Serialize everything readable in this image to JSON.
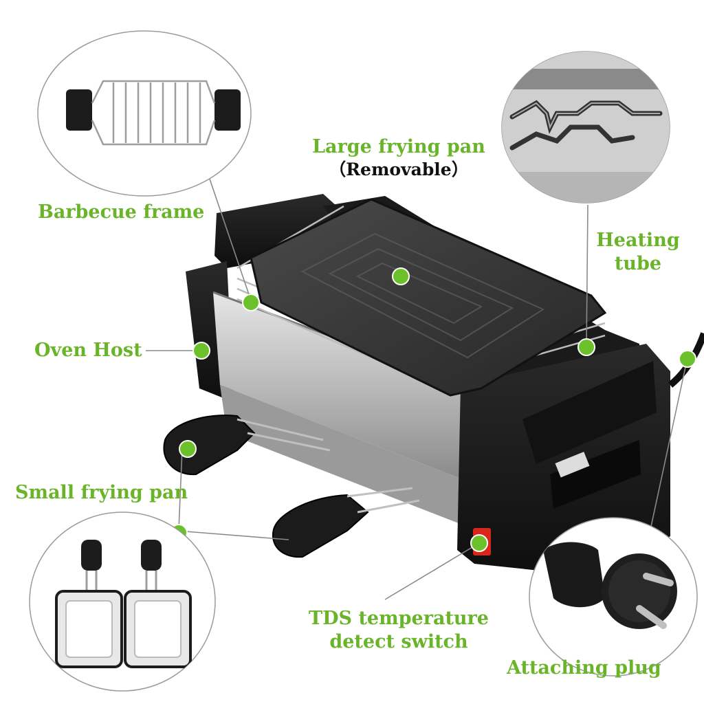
{
  "labels": {
    "large_pan": "Large frying pan",
    "large_pan_note": "（Removable）",
    "barbecue_frame": "Barbecue frame",
    "heating_tube_1": "Heating",
    "heating_tube_2": "tube",
    "oven_host": "Oven Host",
    "small_pan": "Small frying pan",
    "tds_1": "TDS temperature",
    "tds_2": "detect switch",
    "plug": "Attaching plug"
  },
  "colors": {
    "accent_green": "#6ab42a",
    "callout_dot": "#6cc12a",
    "body_black": "#1c1c1c",
    "steel": "#c8c8c8",
    "switch_red": "#d8261c"
  },
  "icons": [
    "barbecue-frame-photo",
    "heating-tube-photo",
    "small-pans-photo",
    "plug-photo",
    "grill-photo"
  ]
}
